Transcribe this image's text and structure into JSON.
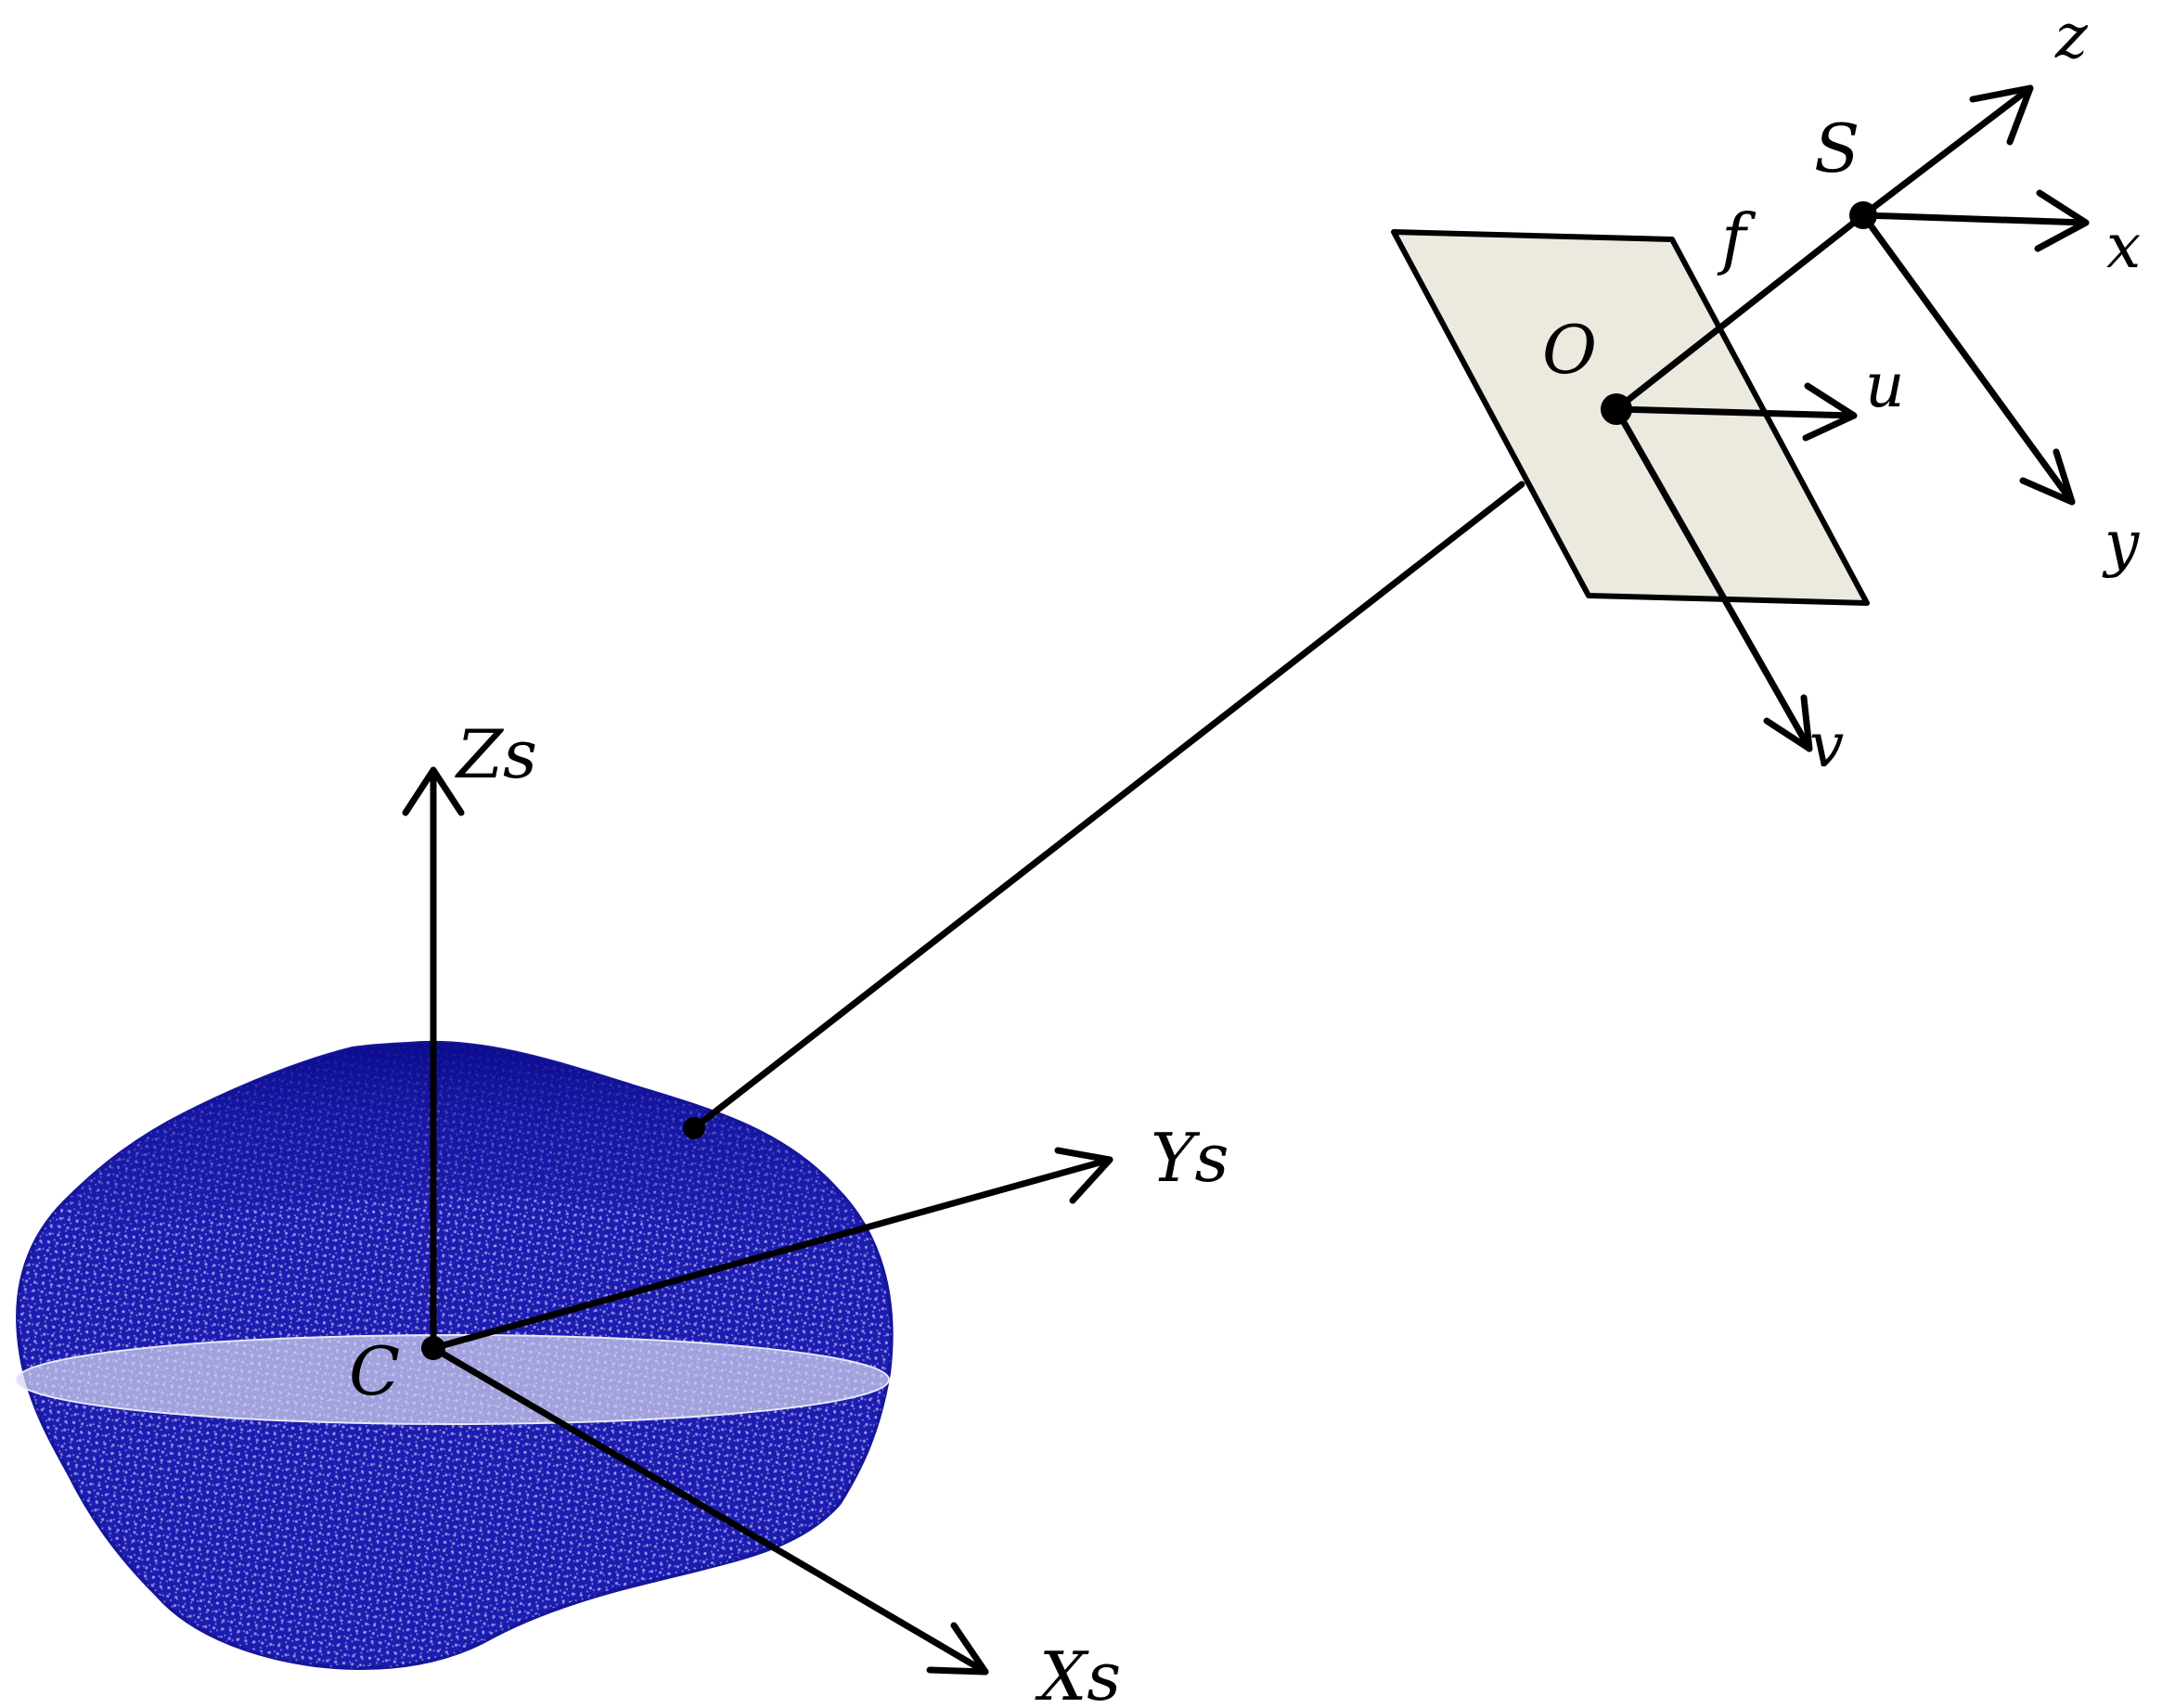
{
  "labels": {
    "zs": "Zs",
    "ys": "Ys",
    "xs": "Xs",
    "c": "C",
    "o": "O",
    "f": "f",
    "s": "S",
    "z": "z",
    "x": "x",
    "y": "y",
    "u": "u",
    "v": "v"
  },
  "colors": {
    "asteroid": "#1a1aa8",
    "asteroid_edge": "#0d0d8f",
    "mesh_highlight": "#ffffff",
    "equator_band": "#c8c8e8",
    "image_plane": "#ece9df",
    "stroke": "#000000"
  }
}
